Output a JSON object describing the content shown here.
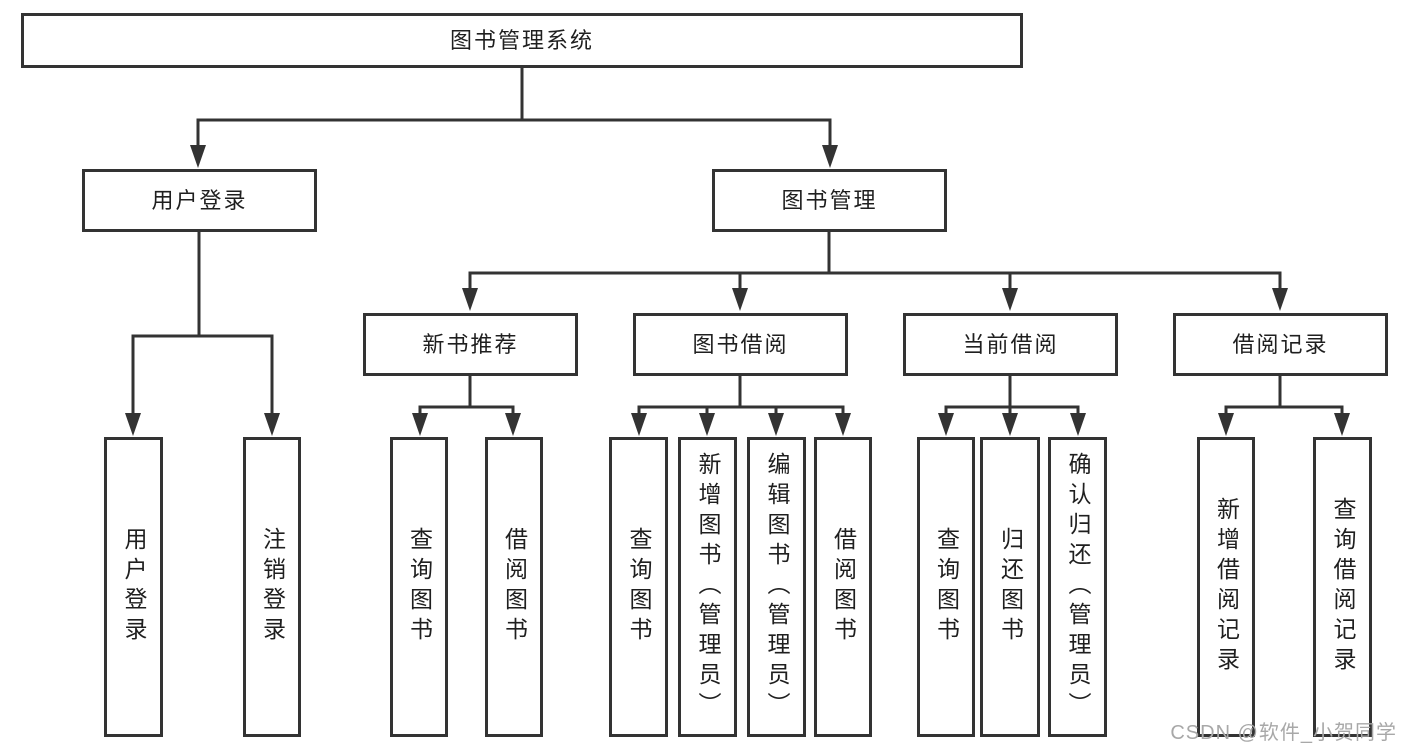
{
  "diagram": {
    "title": "图书管理系统",
    "nodes": {
      "root": "图书管理系统",
      "user_login": "用户登录",
      "book_mgmt": "图书管理",
      "new_book_rec": "新书推荐",
      "book_borrow": "图书借阅",
      "current_borrow": "当前借阅",
      "borrow_record": "借阅记录",
      "leaf_user_login": "用户登录",
      "leaf_logout": "注销登录",
      "leaf_rec_query": "查询图书",
      "leaf_rec_borrow": "借阅图书",
      "leaf_borrow_query": "查询图书",
      "leaf_borrow_add": "新增图书（管理员）",
      "leaf_borrow_edit": "编辑图书（管理员）",
      "leaf_borrow_lend": "借阅图书",
      "leaf_current_query": "查询图书",
      "leaf_current_return": "归还图书",
      "leaf_current_confirm": "确认归还（管理员）",
      "leaf_record_add": "新增借阅记录",
      "leaf_record_query": "查询借阅记录"
    }
  },
  "watermark": "CSDN @软件_小贺同学",
  "colors": {
    "line": "#333333",
    "box_border": "#333333",
    "text": "#1f1f1f",
    "watermark": "#a8a8a8",
    "background": "#ffffff"
  }
}
